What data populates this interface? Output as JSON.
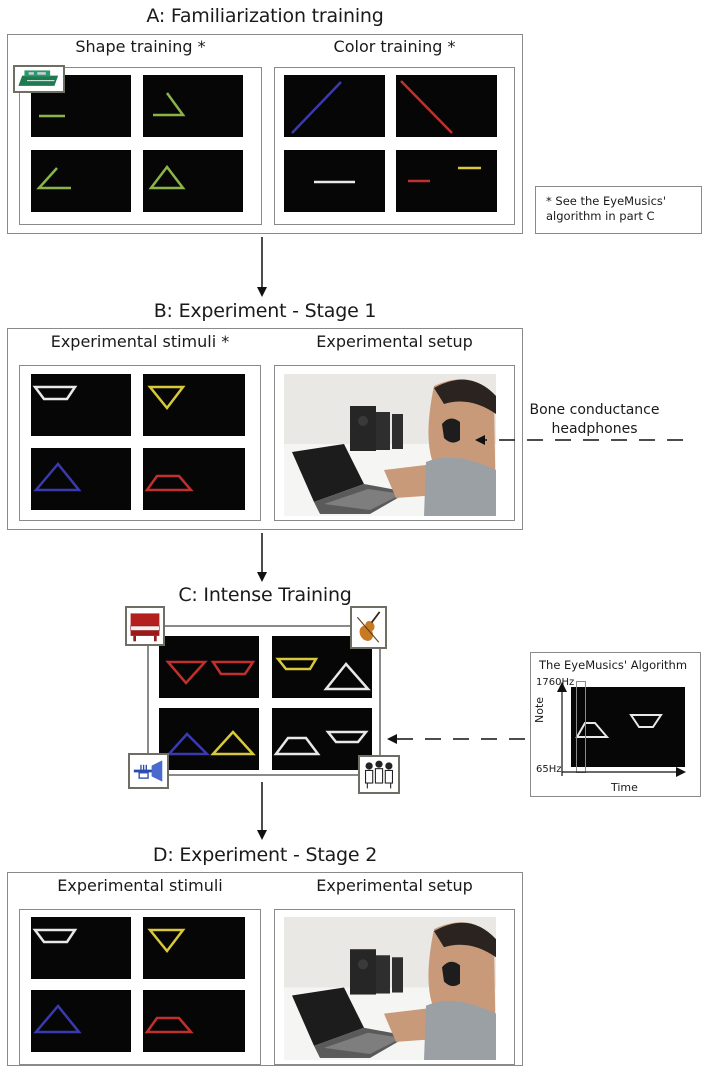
{
  "section_a": {
    "title": "A: Familiarization training",
    "shape_title": "Shape training *",
    "color_title": "Color training *",
    "footnote_line1": "* See the EyeMusics'",
    "footnote_line2": "algorithm in part C"
  },
  "section_b": {
    "title": "B: Experiment - Stage 1",
    "stimuli_title": "Experimental stimuli *",
    "setup_title": "Experimental setup",
    "headphones_line1": "Bone conductance",
    "headphones_line2": "headphones"
  },
  "section_c": {
    "title": "C: Intense Training",
    "algorithm_title": "The EyeMusics' Algorithm",
    "freq_high": "1760Hz",
    "freq_low": "65Hz",
    "axis_y": "Note",
    "axis_x": "Time"
  },
  "section_d": {
    "title": "D: Experiment - Stage 2",
    "stimuli_title": "Experimental stimuli",
    "setup_title": "Experimental setup"
  },
  "colors": {
    "green": "#8ab44a",
    "blue": "#3a3ab0",
    "red": "#c0302c",
    "white": "#e8e8e8",
    "yellow": "#d8c83a",
    "frame": "#8a8a8a"
  },
  "icons": [
    "synthesizer-icon",
    "piano-icon",
    "violin-icon",
    "trumpet-icon",
    "choir-icon"
  ]
}
